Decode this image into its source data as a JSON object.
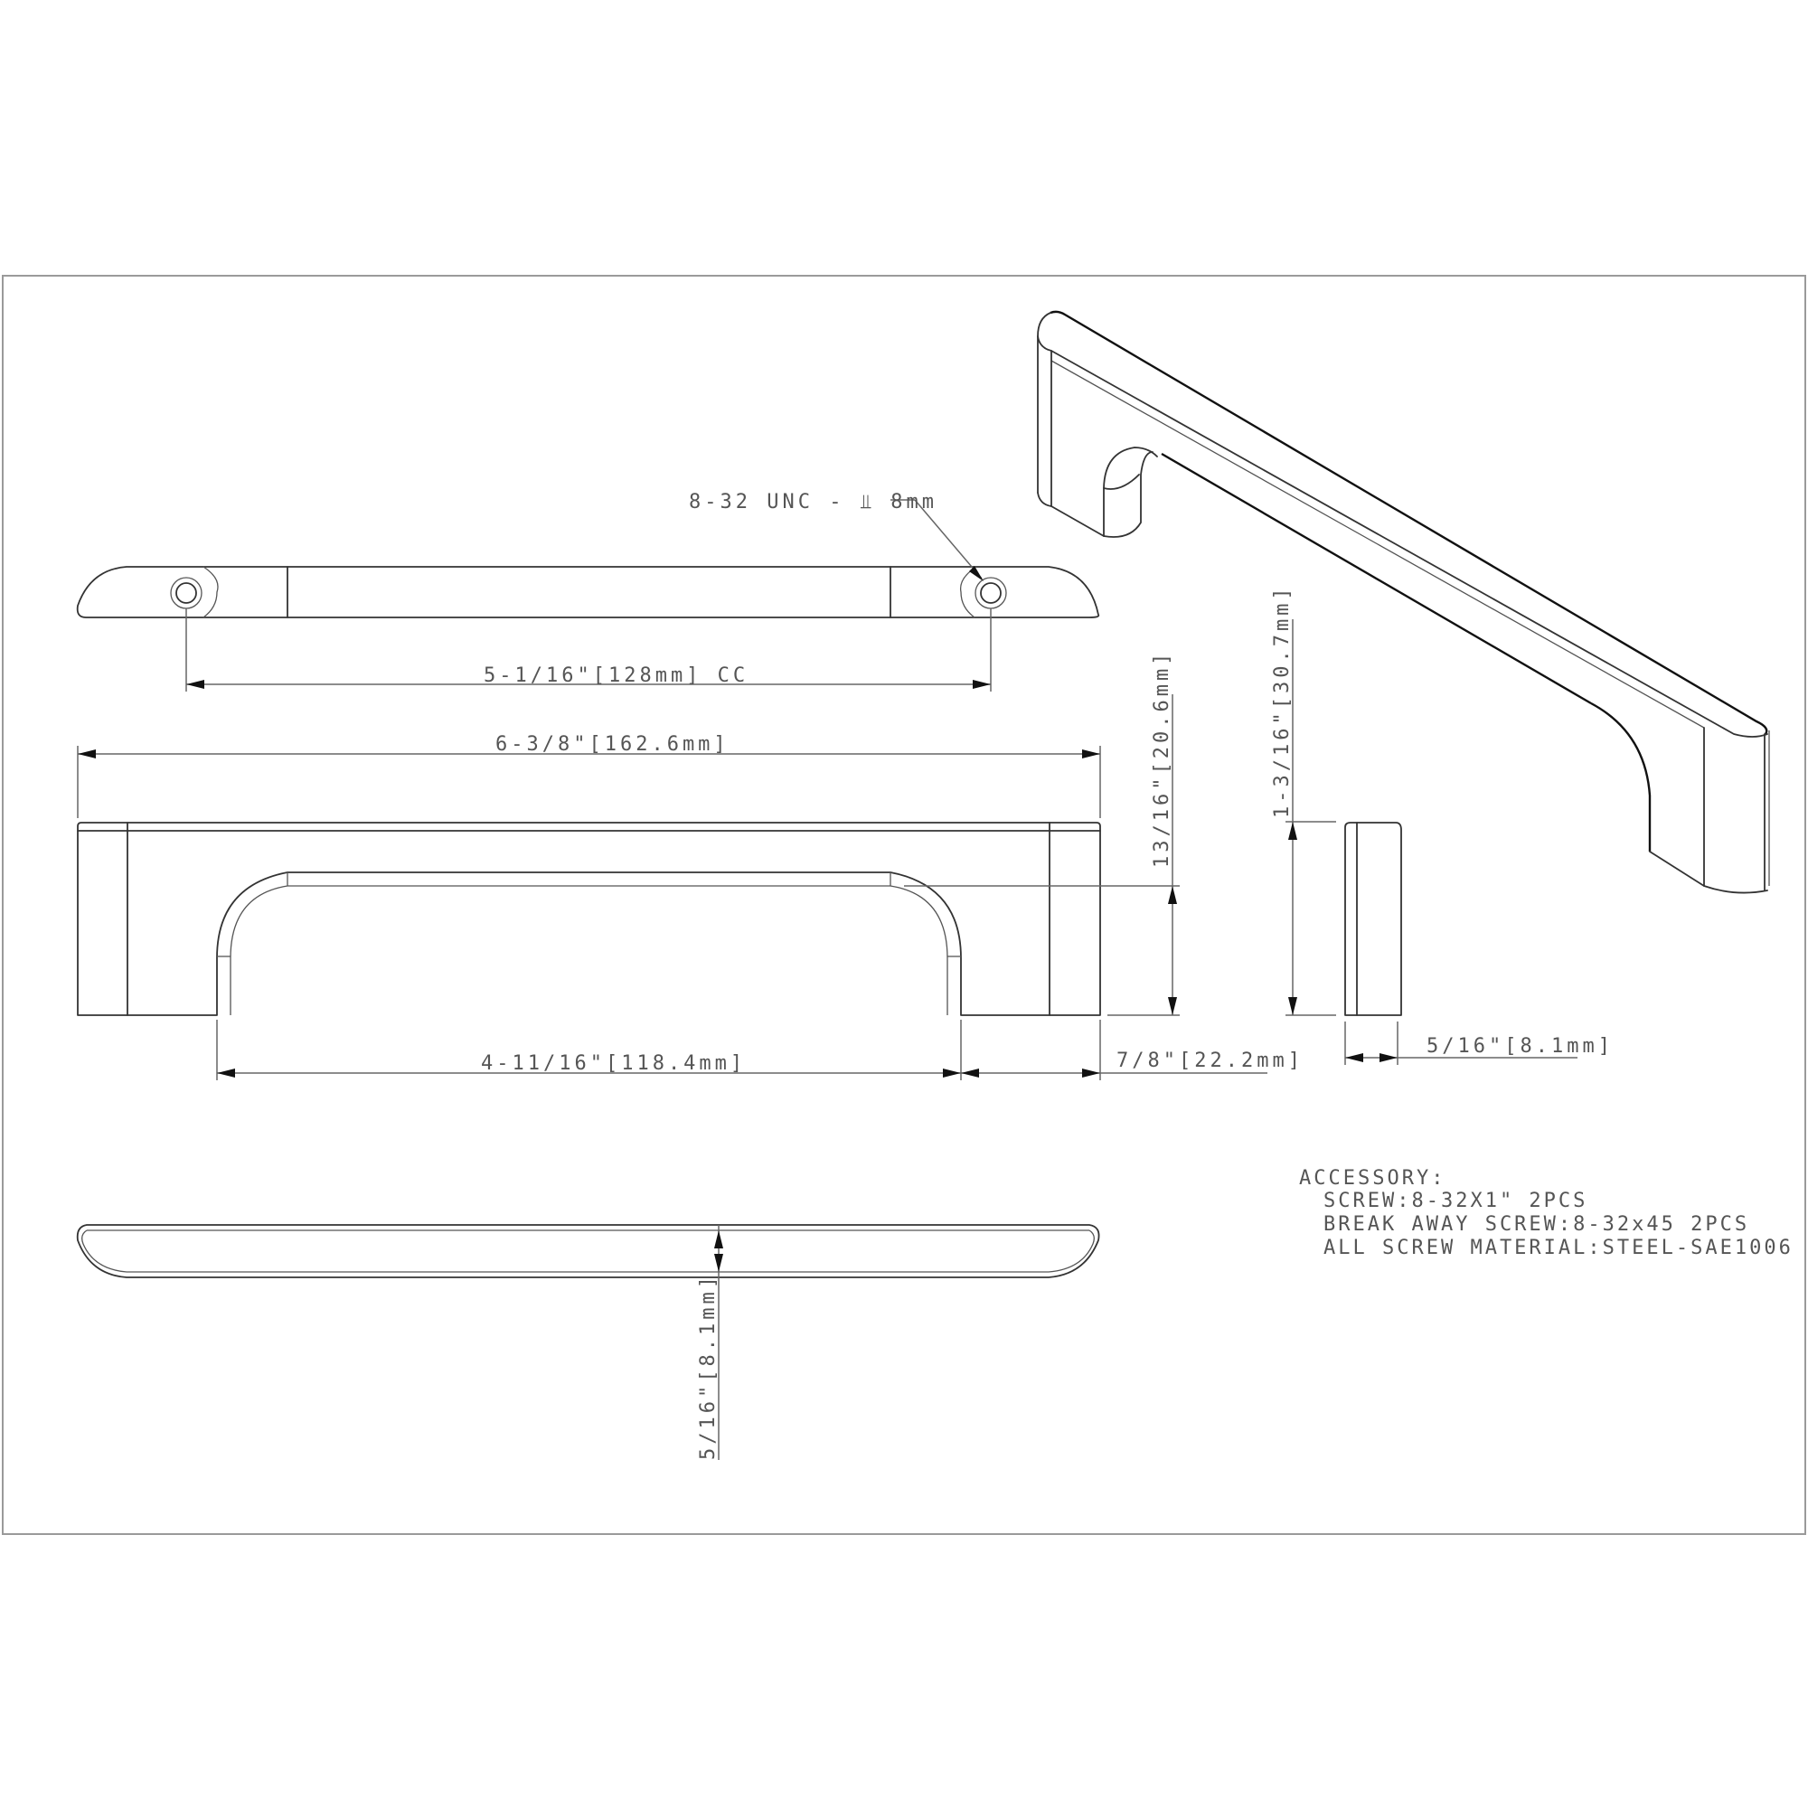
{
  "drawing": {
    "title": "Cabinet pull technical drawing",
    "colors": {
      "line": "#333333",
      "dimension": "#666666",
      "text": "#555555",
      "frame": "#9a9a9a",
      "background": "#ffffff"
    }
  },
  "callouts": {
    "thread": "8-32 UNC - ⫫ 8mm"
  },
  "dimensions": {
    "center_to_center": "5-1/16\"[128mm] CC",
    "overall_length": "6-3/8\"[162.6mm]",
    "inner_span": "4-11/16\"[118.4mm]",
    "foot_length": "7/8\"[22.2mm]",
    "inner_height": "13/16\"[20.6mm]",
    "overall_height": "1-3/16\"[30.7mm]",
    "side_width": "5/16\"[8.1mm]",
    "bottom_thickness": "5/16\"[8.1mm]"
  },
  "accessory": {
    "heading": "ACCESSORY:",
    "lines": [
      "SCREW:8-32X1\" 2PCS",
      "BREAK AWAY SCREW:8-32x45 2PCS",
      "ALL SCREW MATERIAL:STEEL-SAE1006"
    ]
  },
  "views": [
    "top-view",
    "front-view",
    "side-view",
    "bottom-view",
    "isometric-view"
  ]
}
